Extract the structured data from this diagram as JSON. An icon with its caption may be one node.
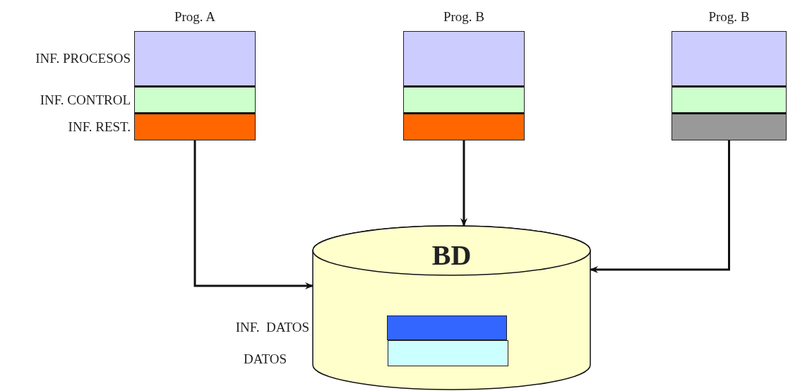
{
  "diagram": {
    "nodes": [
      {
        "text": [
          "Prog. A"
        ]
      },
      {
        "text": [],
        "shape": "bar",
        "in": 0,
        "beside": [
          "INF. PROCESOS"
        ]
      },
      {
        "text": [],
        "shape": "bar",
        "in": 0,
        "beside": [
          "INF. CONTROL"
        ]
      },
      {
        "text": [],
        "shape": "bar",
        "in": 0,
        "beside": [
          "INF. REST."
        ]
      },
      {
        "text": [
          "Prog. B"
        ]
      },
      {
        "text": [],
        "shape": "bar",
        "in": 4
      },
      {
        "text": [],
        "shape": "bar",
        "in": 4
      },
      {
        "text": [],
        "shape": "bar",
        "in": 4
      },
      {
        "text": [
          "Prog. B"
        ]
      },
      {
        "text": [],
        "shape": "bar",
        "in": 8
      },
      {
        "text": [],
        "shape": "bar",
        "in": 8
      },
      {
        "text": [],
        "shape": "bar",
        "in": 8
      },
      {
        "text": [
          "BD"
        ]
      },
      {
        "text": [],
        "shape": "bar",
        "in": 12
      },
      {
        "text": [],
        "shape": "bar",
        "in": 12
      }
    ],
    "labels": [
      "INF.  DATOS",
      "DATOS"
    ],
    "edges": [
      {
        "from": 0,
        "to": 12,
        "arrow": "to"
      },
      {
        "from": 4,
        "to": 12,
        "arrow": "to"
      },
      {
        "from": 8,
        "to": 12,
        "arrow": "to"
      }
    ]
  }
}
